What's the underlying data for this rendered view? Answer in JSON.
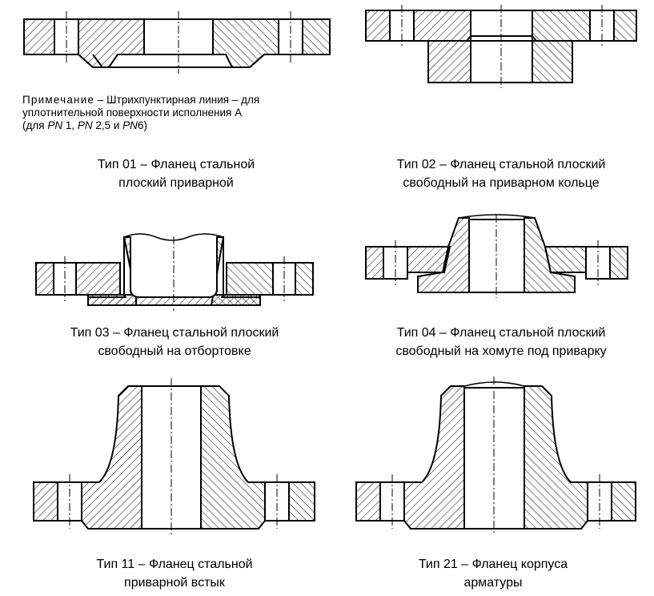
{
  "note": {
    "label": "Примечание",
    "text1": " – Штрихпунктирная линия – для",
    "line2": "уплотнительной поверхности исполнения А",
    "parts": [
      "(для ",
      "PN",
      " 1, ",
      "PN",
      " 2,5 и ",
      "PN",
      "6)"
    ]
  },
  "types": [
    {
      "id": "01",
      "line1": "Тип 01 – Фланец стальной",
      "line2": "плоский приварной"
    },
    {
      "id": "02",
      "line1": "Тип 02 – Фланец стальной плоский",
      "line2": "свободный на приварном кольце"
    },
    {
      "id": "03",
      "line1": "Тип 03 – Фланец стальной плоский",
      "line2": "свободный на отбортовке"
    },
    {
      "id": "04",
      "line1": "Тип 04 – Фланец стальной плоский",
      "line2": "свободный на хомуте под приварку"
    },
    {
      "id": "11",
      "line1": "Тип 11 – Фланец стальной",
      "line2": "приварной встык"
    },
    {
      "id": "21",
      "line1": "Тип 21 – Фланец корпуса",
      "line2": "арматуры"
    }
  ]
}
